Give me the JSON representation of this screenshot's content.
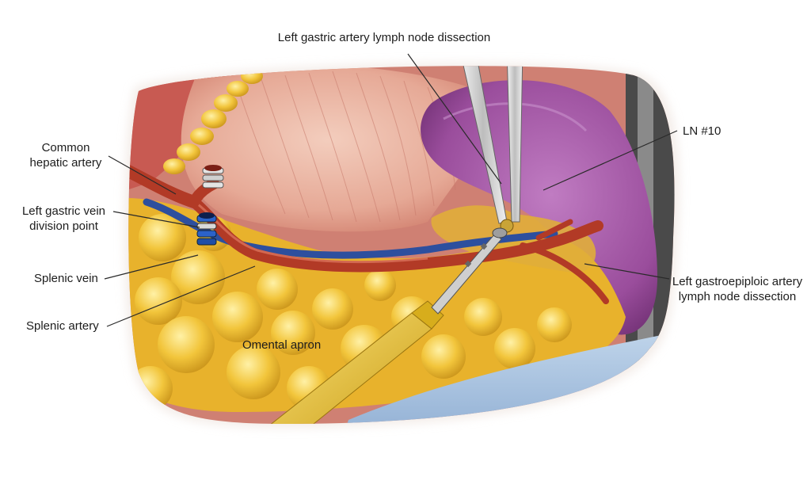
{
  "labels": {
    "left_gastric_artery_ln": "Left gastric artery lymph node dissection",
    "common_hepatic_artery_line1": "Common",
    "common_hepatic_artery_line2": "hepatic artery",
    "left_gastric_vein_line1": "Left gastric vein",
    "left_gastric_vein_line2": "division point",
    "splenic_vein": "Splenic vein",
    "splenic_artery": "Splenic artery",
    "omental_apron": "Omental apron",
    "ln10": "LN #10",
    "left_gastroepiploic_line1": "Left gastroepiploic artery",
    "left_gastroepiploic_line2": "lymph node dissection"
  },
  "colors": {
    "stomach": "#e8b1a0",
    "spleen": "#9a4d9c",
    "fat": "#f0c23a",
    "artery": "#b23a26",
    "vein": "#2d4f9e",
    "drape": "#a9c4e0",
    "clip_blue": "#2b62c9",
    "clip_silver": "#d7d7d7",
    "instrument_yellow": "#e6c02a"
  }
}
